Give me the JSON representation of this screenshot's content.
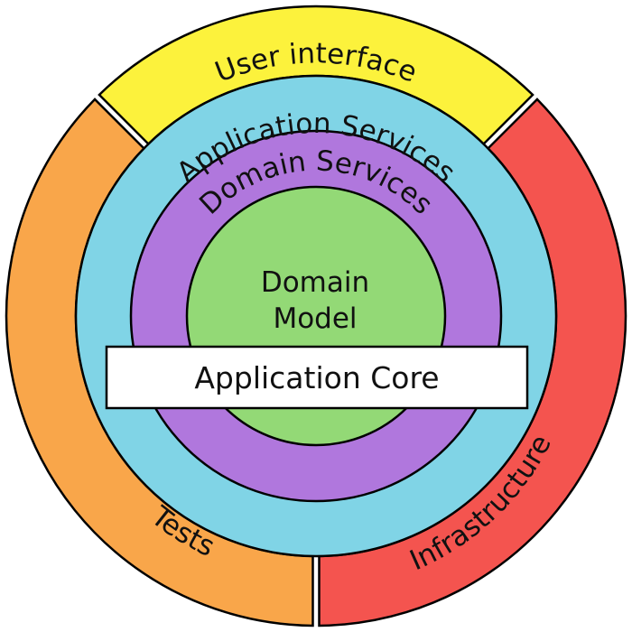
{
  "diagram": {
    "title": "Onion architecture",
    "outer_segments": [
      {
        "id": "user-interface",
        "label": "User interface",
        "color": "#fcf23c"
      },
      {
        "id": "infrastructure",
        "label": "Infrastructure",
        "color": "#f4544f"
      },
      {
        "id": "tests",
        "label": "Tests",
        "color": "#f9a64a"
      }
    ],
    "rings": [
      {
        "id": "application-services",
        "label": "Application Services",
        "color": "#80d4e6"
      },
      {
        "id": "domain-services",
        "label": "Domain Services",
        "color": "#b077dd"
      }
    ],
    "core": {
      "label_line1": "Domain",
      "label_line2": "Model",
      "color": "#93d976"
    },
    "banner": {
      "label": "Application Core",
      "color": "#ffffff"
    }
  }
}
